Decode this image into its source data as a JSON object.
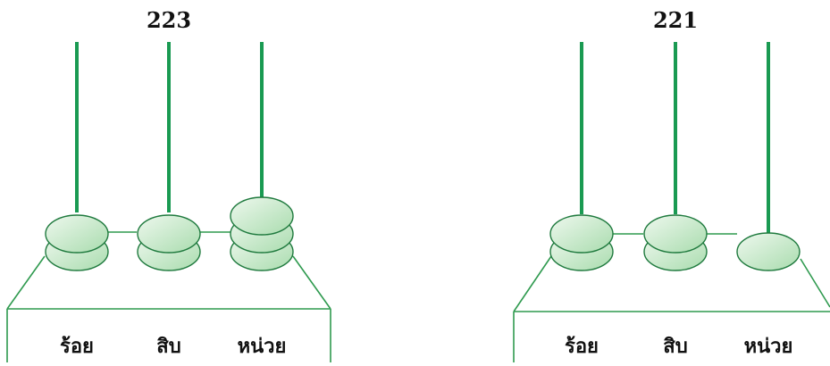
{
  "abacuses": [
    {
      "number": "223",
      "rods": [
        {
          "label": "ร้อย",
          "beads": 2
        },
        {
          "label": "สิบ",
          "beads": 2
        },
        {
          "label": "หน่วย",
          "beads": 3
        }
      ]
    },
    {
      "number": "221",
      "rods": [
        {
          "label": "ร้อย",
          "beads": 2
        },
        {
          "label": "สิบ",
          "beads": 2
        },
        {
          "label": "หน่วย",
          "beads": 1
        }
      ]
    }
  ],
  "colors": {
    "rod": "#1a9a52",
    "bead_light": "#eef8ee",
    "bead_dark": "#a9dcae",
    "bead_stroke": "#1f7a3e",
    "frame": "#2f9a4f"
  }
}
